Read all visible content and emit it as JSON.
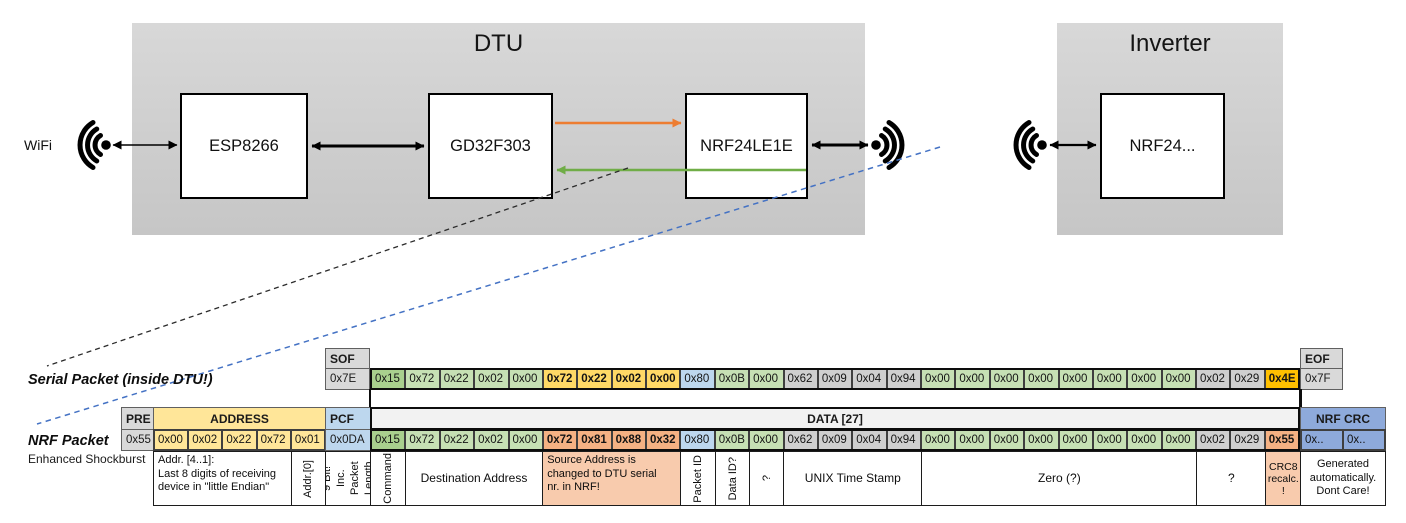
{
  "diagram": {
    "wifi_label": "WiFi",
    "dtu_title": "DTU",
    "esp_label": "ESP8266",
    "mcu_label": "GD32F303",
    "nrf_label": "NRF24LE1E",
    "inverter_title": "Inverter",
    "inverter_nrf_label": "NRF24..."
  },
  "serial_packet": {
    "label": "Serial Packet (inside DTU!)",
    "sof_header": "SOF",
    "sof_value": "0x7E",
    "eof_header": "EOF",
    "eof_value": "0x7F",
    "bytes": [
      {
        "v": "0x15",
        "c": "g1"
      },
      {
        "v": "0x72",
        "c": "g2"
      },
      {
        "v": "0x22",
        "c": "g2"
      },
      {
        "v": "0x02",
        "c": "g2"
      },
      {
        "v": "0x00",
        "c": "g2"
      },
      {
        "v": "0x72",
        "c": "gold",
        "b": true
      },
      {
        "v": "0x22",
        "c": "gold",
        "b": true
      },
      {
        "v": "0x02",
        "c": "gold",
        "b": true
      },
      {
        "v": "0x00",
        "c": "gold",
        "b": true
      },
      {
        "v": "0x80",
        "c": "blue"
      },
      {
        "v": "0x0B",
        "c": "g2"
      },
      {
        "v": "0x00",
        "c": "g2"
      },
      {
        "v": "0x62",
        "c": "gy"
      },
      {
        "v": "0x09",
        "c": "gy"
      },
      {
        "v": "0x04",
        "c": "gy"
      },
      {
        "v": "0x94",
        "c": "gy"
      },
      {
        "v": "0x00",
        "c": "g2"
      },
      {
        "v": "0x00",
        "c": "g2"
      },
      {
        "v": "0x00",
        "c": "g2"
      },
      {
        "v": "0x00",
        "c": "g2"
      },
      {
        "v": "0x00",
        "c": "g2"
      },
      {
        "v": "0x00",
        "c": "g2"
      },
      {
        "v": "0x00",
        "c": "g2"
      },
      {
        "v": "0x00",
        "c": "g2"
      },
      {
        "v": "0x02",
        "c": "gy"
      },
      {
        "v": "0x29",
        "c": "gy"
      },
      {
        "v": "0x4E",
        "c": "amber",
        "b": true
      }
    ]
  },
  "nrf_packet": {
    "label": "NRF Packet",
    "sublabel": "Enhanced Shockburst",
    "pre_header": "PRE",
    "pre_value": "0x55",
    "address_header": "ADDRESS",
    "address_values": [
      "0x00",
      "0x02",
      "0x22",
      "0x72",
      "0x01"
    ],
    "pcf_header": "PCF",
    "pcf_value": "0x0DA",
    "data_header": "DATA [27]",
    "bytes": [
      {
        "v": "0x15",
        "c": "g1"
      },
      {
        "v": "0x72",
        "c": "g2"
      },
      {
        "v": "0x22",
        "c": "g2"
      },
      {
        "v": "0x02",
        "c": "g2"
      },
      {
        "v": "0x00",
        "c": "g2"
      },
      {
        "v": "0x72",
        "c": "salmon",
        "b": true
      },
      {
        "v": "0x81",
        "c": "salmon",
        "b": true
      },
      {
        "v": "0x88",
        "c": "salmon",
        "b": true
      },
      {
        "v": "0x32",
        "c": "salmon",
        "b": true
      },
      {
        "v": "0x80",
        "c": "blue"
      },
      {
        "v": "0x0B",
        "c": "g2"
      },
      {
        "v": "0x00",
        "c": "g2"
      },
      {
        "v": "0x62",
        "c": "gy"
      },
      {
        "v": "0x09",
        "c": "gy"
      },
      {
        "v": "0x04",
        "c": "gy"
      },
      {
        "v": "0x94",
        "c": "gy"
      },
      {
        "v": "0x00",
        "c": "g2"
      },
      {
        "v": "0x00",
        "c": "g2"
      },
      {
        "v": "0x00",
        "c": "g2"
      },
      {
        "v": "0x00",
        "c": "g2"
      },
      {
        "v": "0x00",
        "c": "g2"
      },
      {
        "v": "0x00",
        "c": "g2"
      },
      {
        "v": "0x00",
        "c": "g2"
      },
      {
        "v": "0x00",
        "c": "g2"
      },
      {
        "v": "0x02",
        "c": "gy"
      },
      {
        "v": "0x29",
        "c": "gy"
      },
      {
        "v": "0x55",
        "c": "salmon",
        "b": true
      }
    ],
    "crc_header": "NRF CRC",
    "crc_values": [
      "0x..",
      "0x.."
    ]
  },
  "annotations": {
    "addr_note": "Addr. [4..1]:\nLast 8 digits of receiving\ndevice in \"little Endian\"",
    "addr0_note": "Addr.[0]",
    "pcf_note": "9 Bit!\nInc. Packet\nLength",
    "command_note": "Command",
    "dest_note": "Destination Address",
    "source_note": "Source Address is\nchanged to DTU serial\nnr. in NRF!",
    "packet_id_note": "Packet ID",
    "data_id_note": "Data ID?",
    "unknown1_note": "?",
    "unix_note": "UNIX Time Stamp",
    "zero_note": "Zero (?)",
    "unknown2_note": "?",
    "crc8_note": "CRC8\nrecalc.\n!",
    "generated_note": "Generated\nautomatically.\nDont Care!"
  },
  "colors": {
    "highlight_gold": "#FFD966",
    "highlight_amber": "#FFC000",
    "highlight_salmon": "#F4B183",
    "note_salmon": "#F8CBAD",
    "green_dark": "#A9D08E",
    "green_light": "#C6E0B4",
    "blue_light": "#BDD7EE",
    "blue_crc": "#8EAADB",
    "yellow_address": "#FFE699",
    "gray_header": "#D9D9D9",
    "gray_data": "#CFCFCF",
    "orange_arrow": "#ED7D31",
    "green_arrow": "#70AD47",
    "dash_blue": "#4472C4"
  }
}
